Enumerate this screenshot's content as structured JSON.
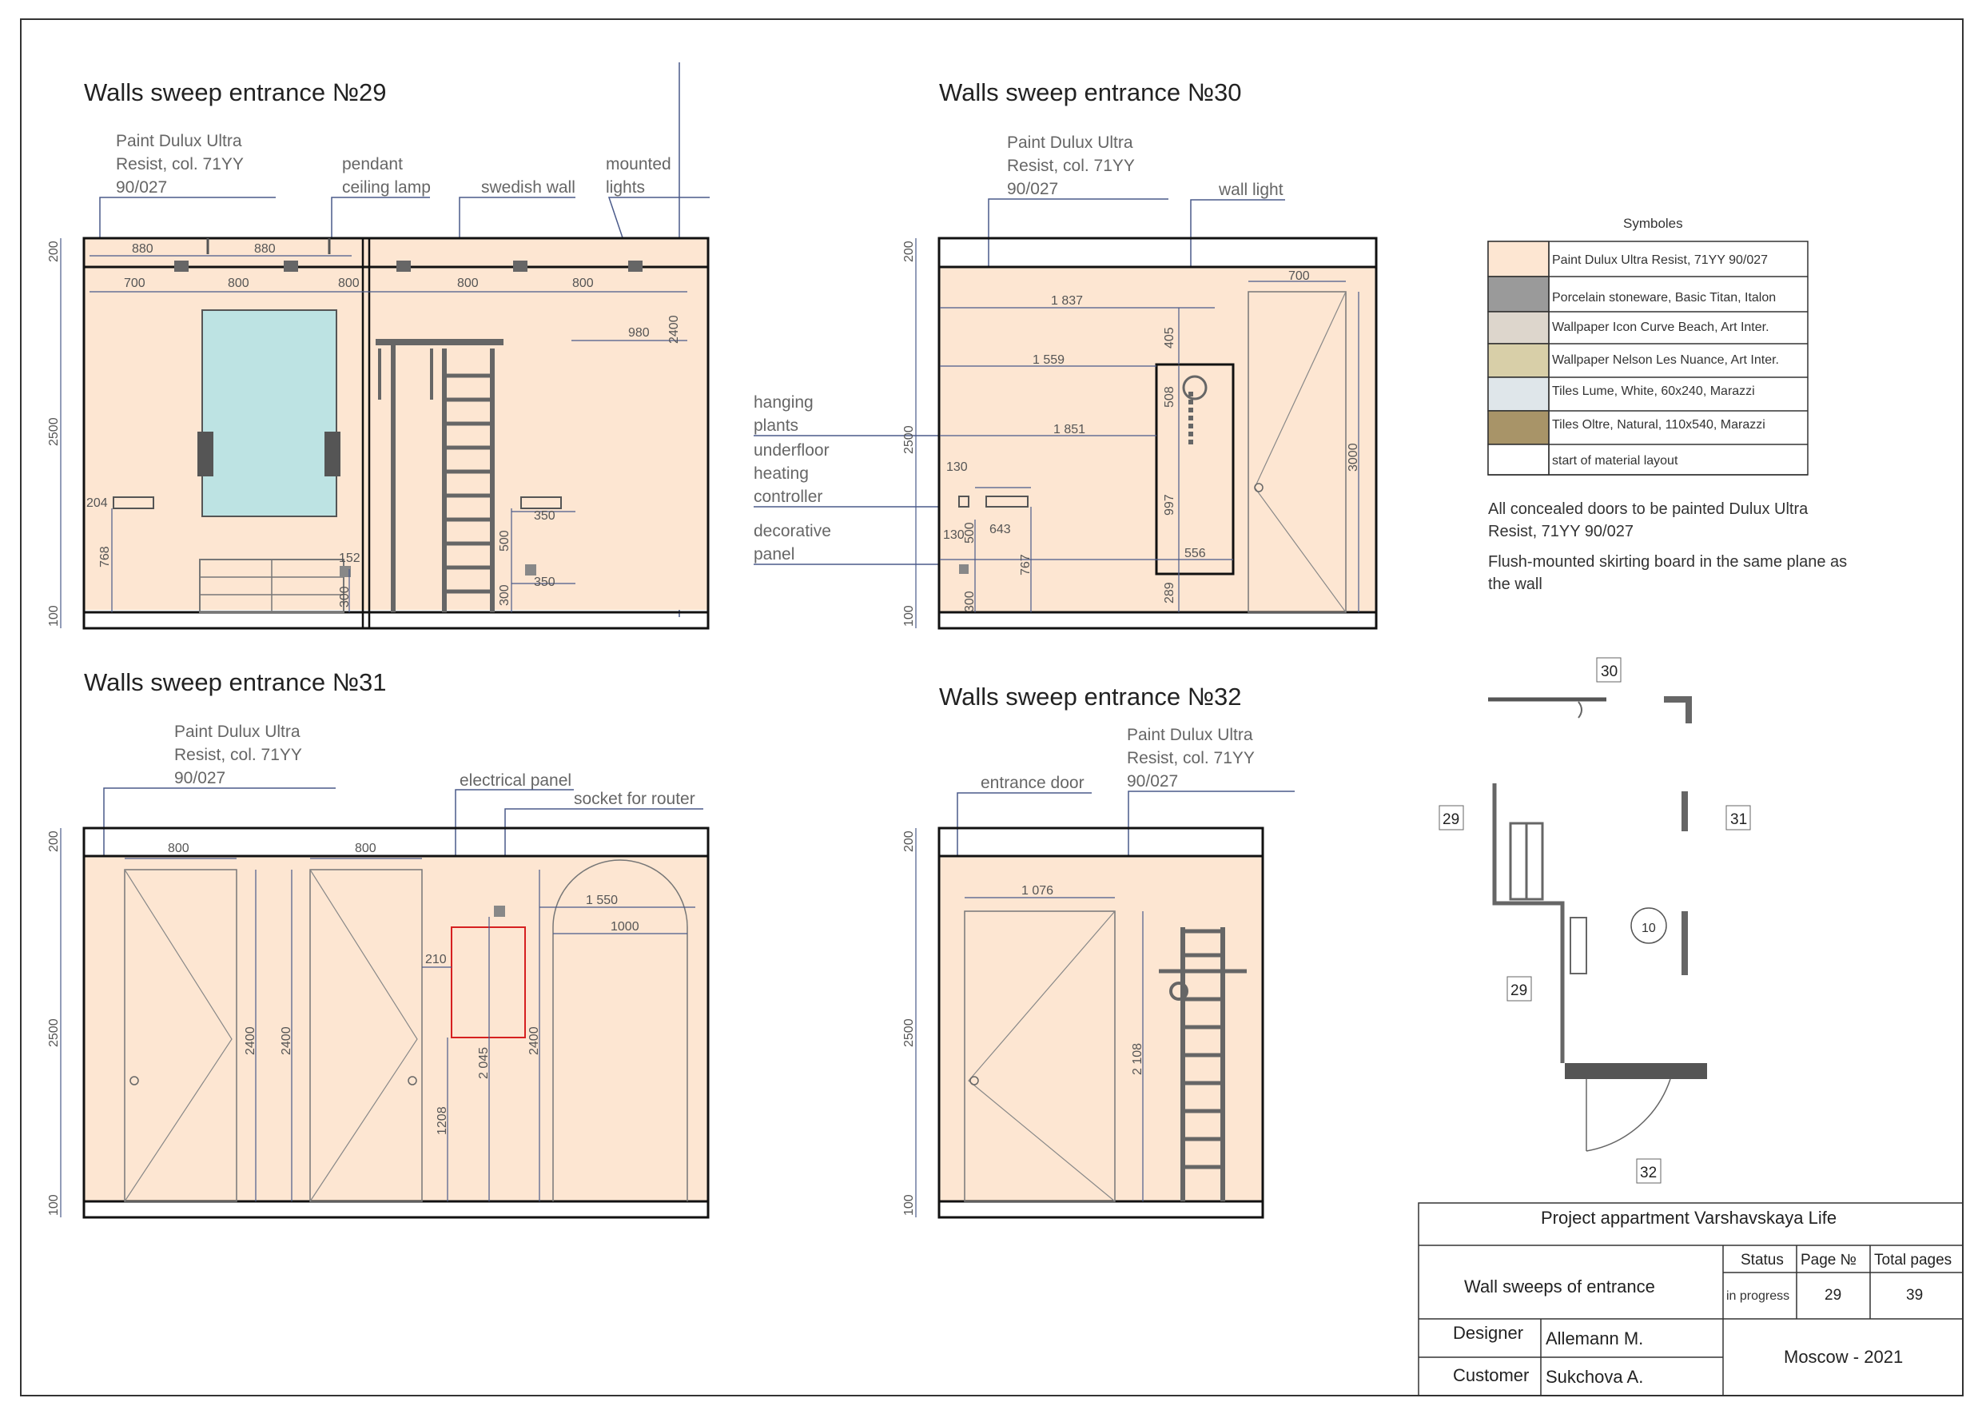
{
  "sheet": {
    "elevations": [
      {
        "id": "e29",
        "title": "Walls sweep entrance №29",
        "notes": [
          "Paint Dulux Ultra",
          "Resist, col. 71YY",
          "90/027"
        ],
        "labels": {
          "pendant": [
            "pendant",
            "ceiling lamp"
          ],
          "swedish": "swedish wall",
          "mounted": [
            "mounted",
            "lights"
          ]
        },
        "dims": {
          "d880a": "880",
          "d880b": "880",
          "d700": "700",
          "d800a": "800",
          "d800b": "800",
          "d800c": "800",
          "d800d": "800",
          "d980": "980",
          "d2400": "2400",
          "d204": "204",
          "d768": "768",
          "d152": "152",
          "d300a": "300",
          "d350a": "350",
          "d500": "500",
          "d350b": "350",
          "d300b": "300"
        },
        "side": [
          "200",
          "2500",
          "100"
        ]
      },
      {
        "id": "e30",
        "title": "Walls sweep entrance №30",
        "notes": [
          "Paint Dulux Ultra",
          "Resist, col. 71YY",
          "90/027"
        ],
        "labels": {
          "wall_light": "wall light",
          "hanging": [
            "hanging",
            "plants"
          ],
          "underfloor": [
            "underfloor",
            "heating",
            "controller"
          ],
          "decorative": [
            "decorative",
            "panel"
          ]
        },
        "dims": {
          "d700": "700",
          "d1837": "1 837",
          "d405": "405",
          "d1559": "1 559",
          "d508": "508",
          "d1851": "1 851",
          "d3000": "3000",
          "d130a": "130",
          "d643": "643",
          "d130b": "130",
          "d500": "500",
          "d997": "997",
          "d556": "556",
          "d767": "767",
          "d300": "300",
          "d289": "289"
        },
        "side": [
          "200",
          "2500",
          "100"
        ]
      },
      {
        "id": "e31",
        "title": "Walls sweep entrance №31",
        "notes": [
          "Paint Dulux Ultra",
          "Resist, col. 71YY",
          "90/027"
        ],
        "labels": {
          "electrical": "electrical panel",
          "socket": "socket for router"
        },
        "dims": {
          "d800a": "800",
          "d800b": "800",
          "d1550": "1 550",
          "d1000": "1000",
          "d210": "210",
          "d2400a": "2400",
          "d2400b": "2400",
          "d2045": "2 045",
          "d2400c": "2400",
          "d1208": "1208"
        },
        "side": [
          "200",
          "2500",
          "100"
        ]
      },
      {
        "id": "e32",
        "title": "Walls sweep entrance №32",
        "notes": [
          "Paint Dulux Ultra",
          "Resist, col. 71YY",
          "90/027"
        ],
        "labels": {
          "entrance": "entrance door"
        },
        "dims": {
          "d1076": "1 076",
          "d2108": "2 108"
        },
        "side": [
          "200",
          "2500",
          "100"
        ]
      }
    ],
    "legend": {
      "heading": "Symboles",
      "rows": [
        {
          "text": "Paint Dulux Ultra Resist, 71YY 90/027",
          "color": "#fde6d2"
        },
        {
          "text": "Porcelain stoneware, Basic Titan, Italon",
          "color": "#9a9a9a"
        },
        {
          "text": "Wallpaper Icon Curve Beach, Art  Inter.",
          "color": "#ddd6cc"
        },
        {
          "text": "Wallpaper Nelson Les Nuance, Art Inter.",
          "color": "#d8cfa8"
        },
        {
          "text": "Tiles Lume, White, 60x240, Marazzi",
          "color": "#dfe6ea"
        },
        {
          "text": "Tiles Oltre, Natural, 110x540, Marazzi",
          "color": "#a89468"
        },
        {
          "text": "start of material layout",
          "color": "#ffffff"
        }
      ]
    },
    "notes": {
      "doors": [
        "All concealed doors to be painted Dulux Ultra",
        "Resist, 71YY 90/027"
      ],
      "skirting": [
        "Flush-mounted skirting board in the same plane as",
        "the wall"
      ]
    },
    "plan": {
      "tags": {
        "t30": "30",
        "t29a": "29",
        "t31": "31",
        "t10": "10",
        "t29b": "29",
        "t32": "32"
      }
    },
    "title_block": {
      "project": "Project appartment Varshavskaya Life",
      "sheet_name": "Wall sweeps of entrance",
      "status_h": "Status",
      "page_h": "Page №",
      "total_h": "Total pages",
      "status": "in progress",
      "page": "29",
      "total": "39",
      "designer_l": "Designer",
      "designer": "Allemann M.",
      "customer_l": "Customer",
      "customer": "Sukchova A.",
      "city": "Moscow - 2021"
    }
  }
}
